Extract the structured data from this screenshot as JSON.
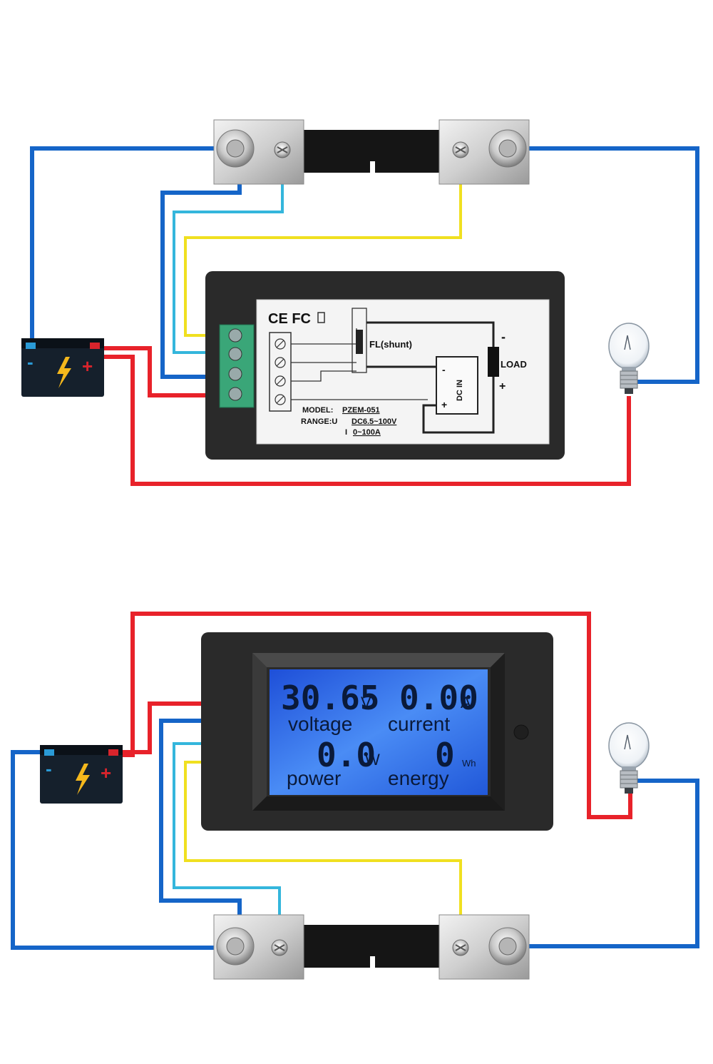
{
  "top": {
    "label_cert": "CE FC",
    "label_shunt": "FL(shunt)",
    "label_load": "LOAD",
    "label_minus": "-",
    "label_plus": "+",
    "label_dcin": "DC IN",
    "label_model_key": "MODEL:",
    "label_model_val": "PZEM-051",
    "label_range_key": "RANGE:U",
    "label_range_u": "DC6.5~100V",
    "label_range_i_key": "I",
    "label_range_i": "0~100A",
    "battery_minus": "-",
    "battery_plus": "+"
  },
  "bottom": {
    "voltage_value": "30.65",
    "voltage_unit": "V",
    "voltage_label": "voltage",
    "current_value": "0.00",
    "current_unit": "A",
    "current_label": "current",
    "power_value": "0.0",
    "power_unit": "W",
    "power_label": "power",
    "energy_value": "0",
    "energy_unit": "Wh",
    "energy_label": "energy",
    "battery_minus": "-",
    "battery_plus": "+"
  },
  "colors": {
    "wire_blue": "#1565c8",
    "wire_red": "#e8222a",
    "wire_cyan": "#34b6dc",
    "wire_yellow": "#f0e020",
    "lcd_blue": "#2f6fea",
    "meter_body": "#2a2a2a",
    "battery_body": "#15202c"
  },
  "icons": [
    "battery-icon",
    "lightning-icon",
    "bulb-icon",
    "shunt-icon",
    "terminal-block-icon"
  ]
}
